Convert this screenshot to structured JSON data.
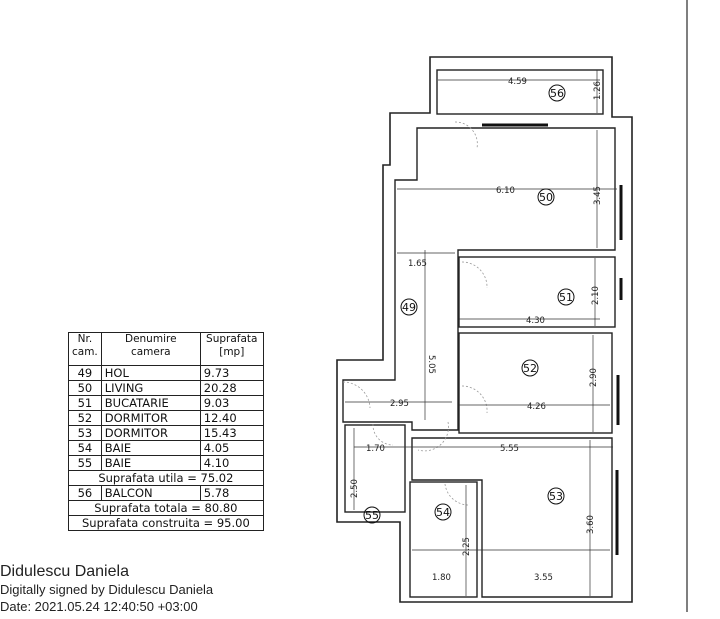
{
  "table": {
    "headers": [
      "Nr. cam.",
      "Denumire camera",
      "Suprafata [mp]"
    ],
    "rows": [
      {
        "nr": "49",
        "name": "HOL",
        "area": "9.73"
      },
      {
        "nr": "50",
        "name": "LIVING",
        "area": "20.28"
      },
      {
        "nr": "51",
        "name": "BUCATARIE",
        "area": "9.03"
      },
      {
        "nr": "52",
        "name": "DORMITOR",
        "area": "12.40"
      },
      {
        "nr": "53",
        "name": "DORMITOR",
        "area": "15.43"
      },
      {
        "nr": "54",
        "name": "BAIE",
        "area": "4.05"
      },
      {
        "nr": "55",
        "name": "BAIE",
        "area": "4.10"
      }
    ],
    "useful_area": "Suprafata utila = 75.02",
    "balcony": {
      "nr": "56",
      "name": "BALCON",
      "area": "5.78"
    },
    "total_area": "Suprafata totala = 80.80",
    "built_area": "Suprafata construita = 95.00"
  },
  "signature": {
    "name": "Didulescu Daniela",
    "signed_by": "Digitally signed by Didulescu Daniela",
    "date": "Date: 2021.05.24 12:40:50 +03:00"
  },
  "plan": {
    "room_numbers": [
      "56",
      "50",
      "49",
      "51",
      "52",
      "53",
      "54",
      "55"
    ],
    "dimensions": [
      "4.59",
      "1.26",
      "6.10",
      "3.45",
      "1.65",
      "5.05",
      "4.30",
      "2.10",
      "2.90",
      "4.26",
      "2.95",
      "1.70",
      "5.55",
      "2.50",
      "2.25",
      "3.60",
      "1.80",
      "3.55"
    ]
  }
}
